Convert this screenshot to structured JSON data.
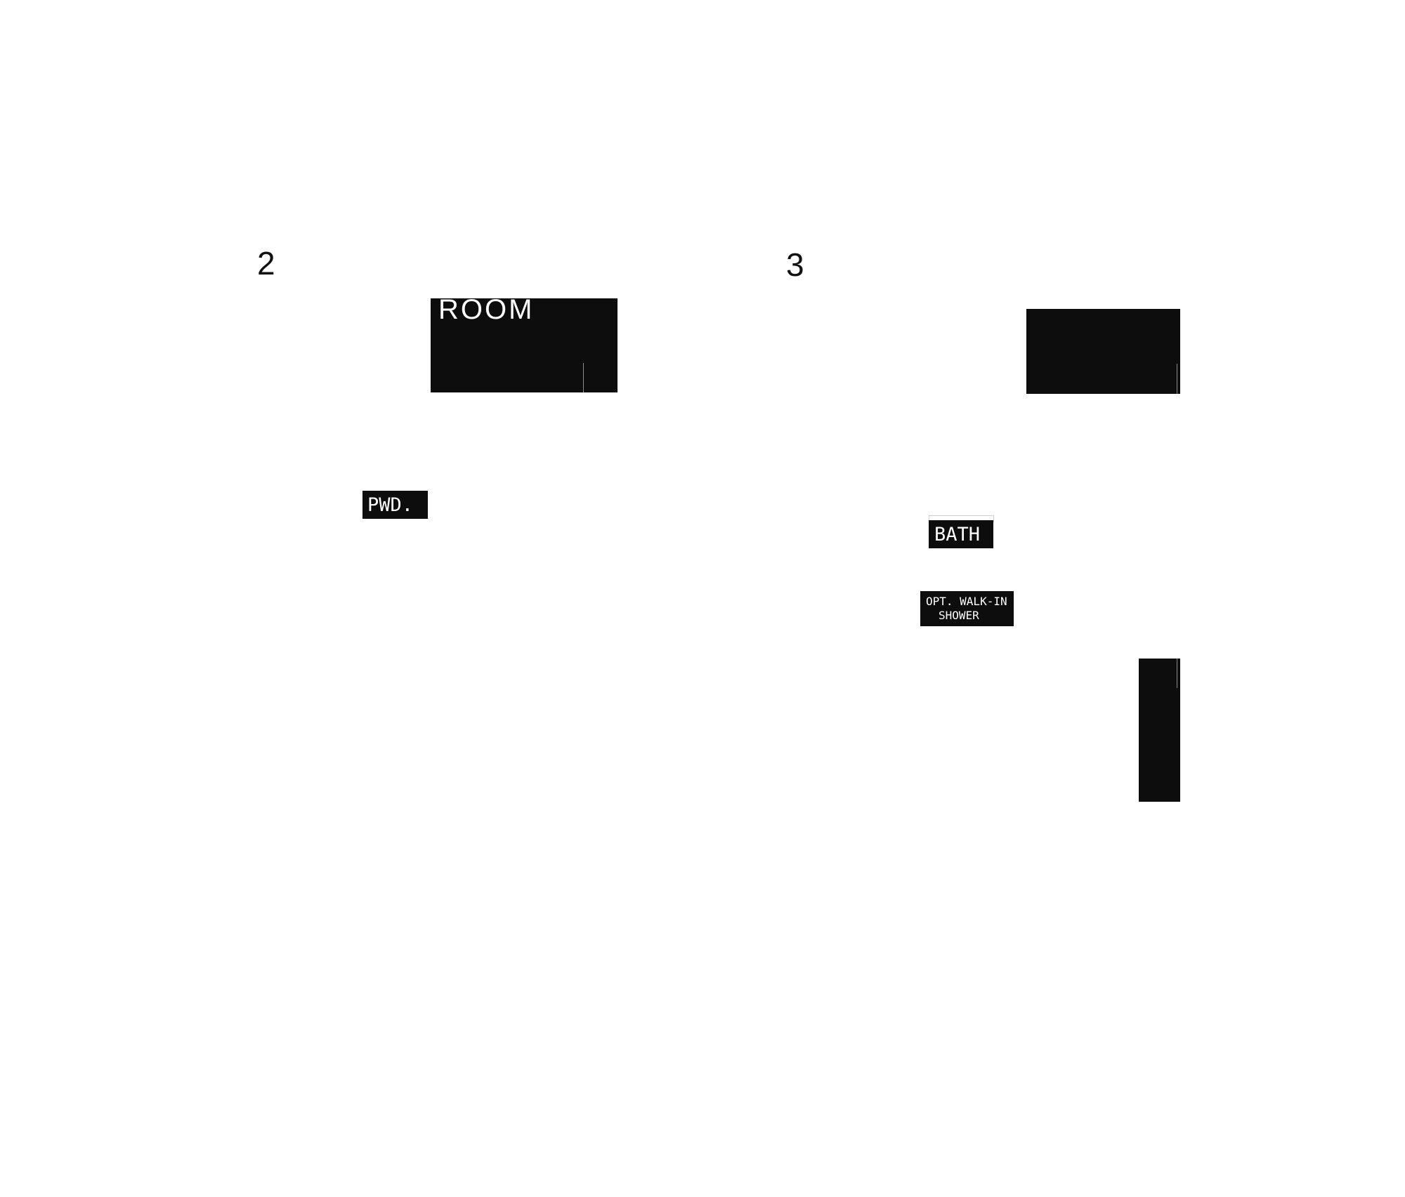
{
  "plans": [
    {
      "number": "2",
      "room_label": "ROOM",
      "powder_label": "PWD."
    },
    {
      "number": "3",
      "bath_label": "BATH",
      "shower_label_line1": "OPT. WALK-IN",
      "shower_label_line2": "SHOWER"
    }
  ],
  "colors": {
    "background": "#ffffff",
    "fill": "#0d0d0d",
    "text": "#ffffff"
  }
}
